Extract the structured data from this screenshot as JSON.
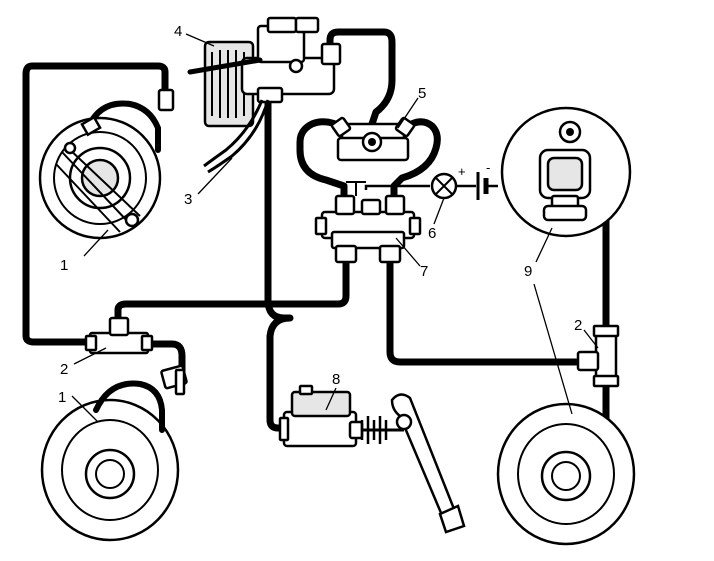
{
  "callouts": {
    "c1_upper": "1",
    "c1_lower": "1",
    "c2_left": "2",
    "c2_right": "2",
    "c3": "3",
    "c4": "4",
    "c5": "5",
    "c6": "6",
    "c7": "7",
    "c8": "8",
    "c9": "9"
  },
  "battery": {
    "plus": "+",
    "minus": "-"
  }
}
